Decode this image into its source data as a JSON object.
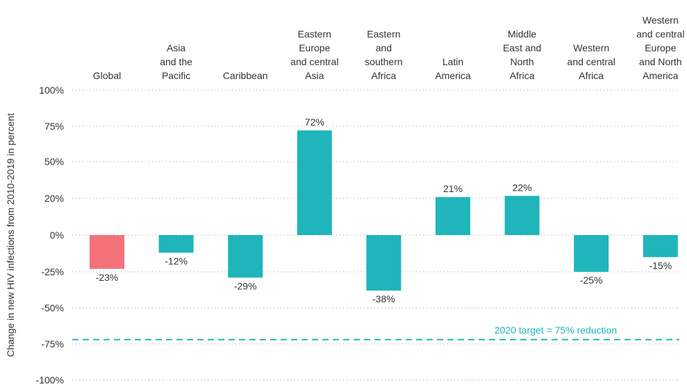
{
  "chart_data": {
    "type": "bar",
    "ylabel": "Change in new HIV infections from 2010-2019 in percent",
    "ylim": [
      -100,
      100
    ],
    "yticks": [
      100,
      75,
      50,
      20,
      0,
      -25,
      -50,
      -75,
      -100
    ],
    "ytick_labels": [
      "100%",
      "75%",
      "50%",
      "20%",
      "0%",
      "-25%",
      "-50%",
      "-75%",
      "-100%"
    ],
    "categories": [
      "Global",
      "Asia and the Pacific",
      "Caribbean",
      "Eastern Europe and central Asia",
      "Eastern and southern Africa",
      "Latin America",
      "Middle East and North Africa",
      "Western and central Africa",
      "Western and central Europe and North America"
    ],
    "category_lines": [
      [
        "Global"
      ],
      [
        "Asia",
        "and the",
        "Pacific"
      ],
      [
        "Caribbean"
      ],
      [
        "Eastern",
        "Europe",
        "and central",
        "Asia"
      ],
      [
        "Eastern",
        "and",
        "southern",
        "Africa"
      ],
      [
        "Latin",
        "America"
      ],
      [
        "Middle",
        "East and",
        "North",
        "Africa"
      ],
      [
        "Western",
        "and central",
        "Africa"
      ],
      [
        "Western",
        "and central",
        "Europe",
        "and North",
        "America"
      ]
    ],
    "values": [
      -23,
      -12,
      -29,
      72,
      -38,
      21,
      22,
      -25,
      -15
    ],
    "value_labels": [
      "-23%",
      "-12%",
      "-29%",
      "72%",
      "-38%",
      "21%",
      "22%",
      "-25%",
      "-15%"
    ],
    "colors": [
      "#f4727a",
      "#1fb5ba",
      "#1fb5ba",
      "#1fb5ba",
      "#1fb5ba",
      "#1fb5ba",
      "#1fb5ba",
      "#1fb5ba",
      "#1fb5ba"
    ],
    "target_line": {
      "value": -72,
      "label": "2020 target = 75% reduction",
      "color": "#1fb5ba"
    },
    "grid": true
  }
}
